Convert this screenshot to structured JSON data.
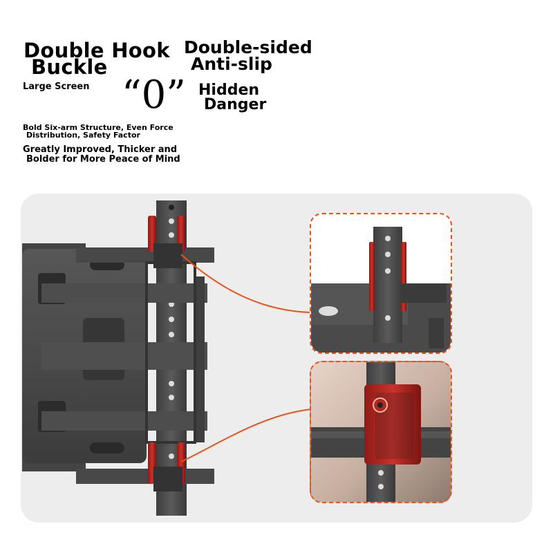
{
  "headline": {
    "double_hook_buckle_line1": "Double Hook",
    "double_hook_buckle_line2": "Buckle",
    "double_sided_line1": "Double-sided",
    "double_sided_line2": "Anti-slip",
    "large_screen": "Large Screen",
    "zero": "“0”",
    "hidden_danger_line1": "Hidden",
    "hidden_danger_line2": "Danger"
  },
  "features": {
    "six_arm_line1": "Bold Six-arm Structure, Even Force",
    "six_arm_line2": "Distribution, Safety Factor",
    "improved_line1": "Greatly Improved, Thicker and",
    "improved_line2": "Bolder for More Peace of Mind"
  },
  "colors": {
    "panel_background": "#ededed",
    "callout_line": "#e8531a",
    "hook_red": "#b8261f",
    "metal_dark": "#4a4a4a"
  }
}
